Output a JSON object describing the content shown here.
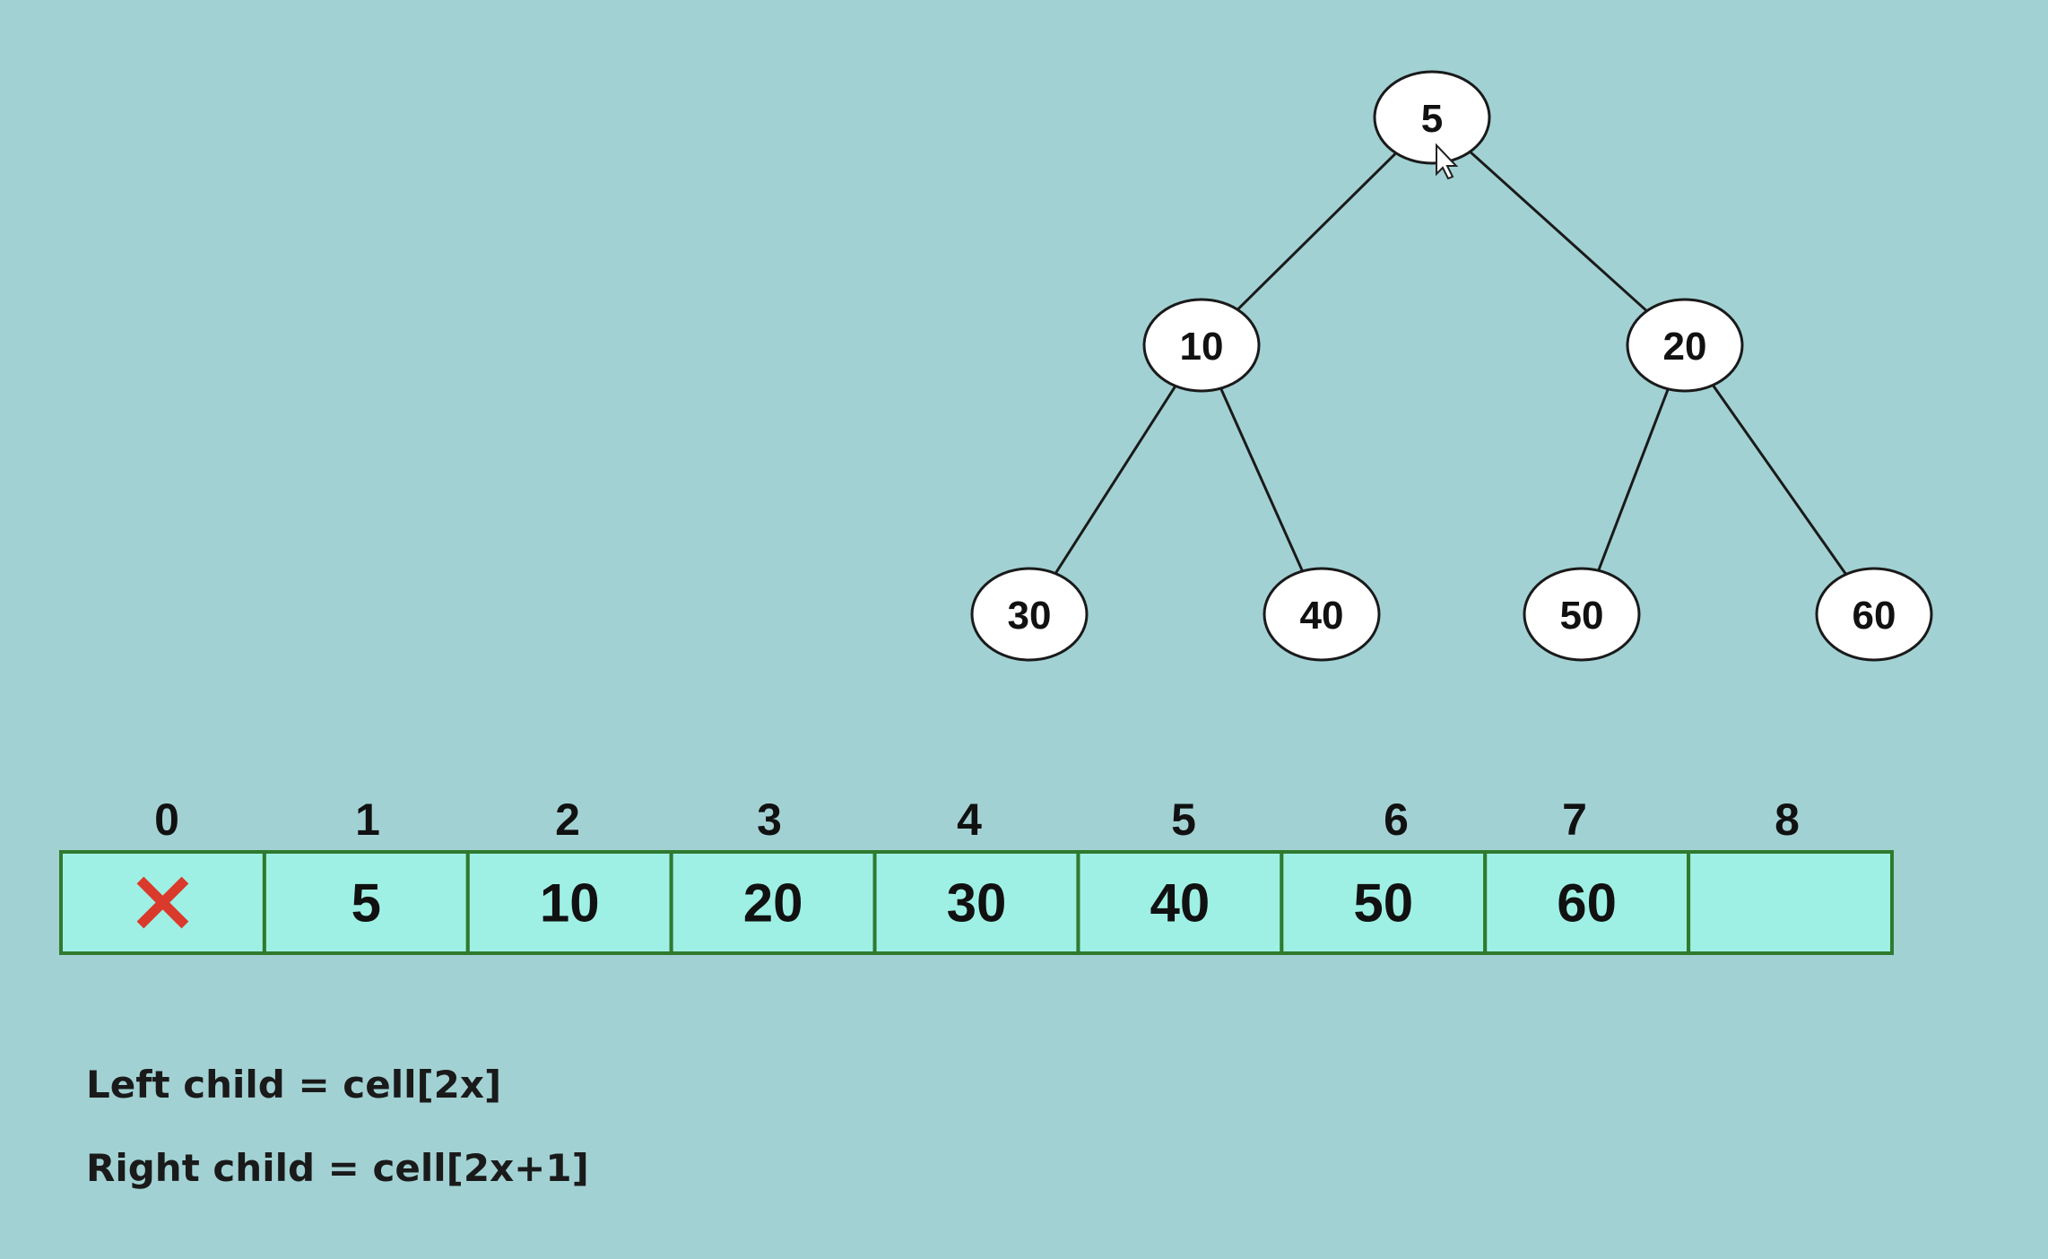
{
  "tree": {
    "nodes": [
      {
        "value": "5"
      },
      {
        "value": "10"
      },
      {
        "value": "20"
      },
      {
        "value": "30"
      },
      {
        "value": "40"
      },
      {
        "value": "50"
      },
      {
        "value": "60"
      }
    ]
  },
  "array": {
    "indices": [
      "0",
      "1",
      "2",
      "3",
      "4",
      "5",
      "6",
      "7",
      "8"
    ],
    "cells": [
      "×",
      "5",
      "10",
      "20",
      "30",
      "40",
      "50",
      "60",
      ""
    ],
    "cell_fill": "#9ff0e4",
    "cell_border": "#2f7a2f",
    "unused_marker_color": "#d93a2b"
  },
  "formulas": {
    "left": "Left child = cell[2x]",
    "right": "Right child = cell[2x+1]"
  },
  "colors": {
    "background": "#a2d1d3",
    "node_fill": "#ffffff",
    "edge": "#1a1a1a"
  }
}
